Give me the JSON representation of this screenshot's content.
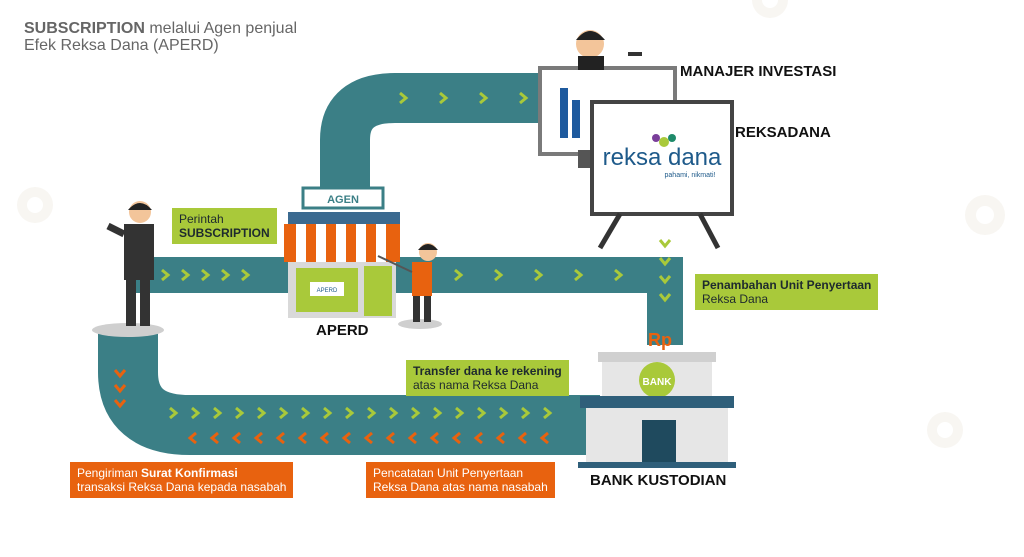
{
  "header": {
    "title_bold": "SUBSCRIPTION",
    "title_rest": " melalui Agen penjual",
    "title_line2": "Efek Reksa Dana (APERD)"
  },
  "labels": {
    "manajer": "MANAJER INVESTASI",
    "reksadana": "REKSADANA",
    "aperd": "APERD",
    "bank_kustodian": "BANK KUSTODIAN"
  },
  "shop": {
    "sign": "AGEN",
    "poster": "APERD"
  },
  "logo": {
    "word": "reksa dana",
    "tagline": "pahami, nikmati!"
  },
  "bank": {
    "currency": "Rp",
    "badge": "BANK"
  },
  "callouts": {
    "perintah": {
      "line1": "Perintah",
      "line2": "SUBSCRIPTION"
    },
    "penambahan": {
      "line1": "Penambahan Unit Penyertaan",
      "line2": "Reksa Dana"
    },
    "transfer": {
      "line1": "Transfer dana ke rekening",
      "line2": "atas nama Reksa Dana"
    },
    "pengiriman": {
      "pre": "Pengiriman ",
      "bold": "Surat Konfirmasi",
      "line2": "transaksi Reksa Dana kepada nasabah"
    },
    "pencatatan": {
      "line1": "Pencatatan Unit Penyertaan",
      "line2": "Reksa Dana atas nama nasabah"
    }
  },
  "colors": {
    "path": "#3b7f86",
    "green": "#a9c93a",
    "orange": "#e8620f",
    "gray": "#c9c9c9"
  }
}
